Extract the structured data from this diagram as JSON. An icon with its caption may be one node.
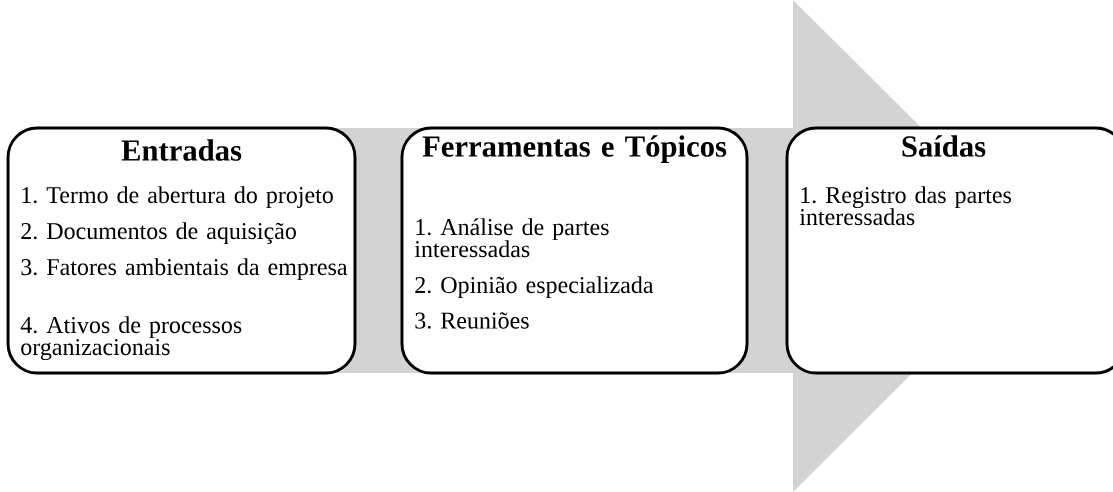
{
  "diagram": {
    "nodes": [
      {
        "text": [
          "Entradas",
          "1. Termo de abertura do projeto",
          "2. Documentos de aquisição",
          "3. Fatores ambientais da empresa",
          "4. Ativos de processos organizacionais"
        ]
      },
      {
        "text": [
          "Ferramentas e Tópicos",
          "1. Análise de partes interessadas",
          "2. Opinião especializada",
          "3. Reuniões"
        ]
      },
      {
        "text": [
          "Saídas",
          "1. Registro das partes interessadas"
        ]
      }
    ],
    "edges": [
      {
        "from": 0,
        "to": 2,
        "arrow": "to"
      }
    ]
  }
}
